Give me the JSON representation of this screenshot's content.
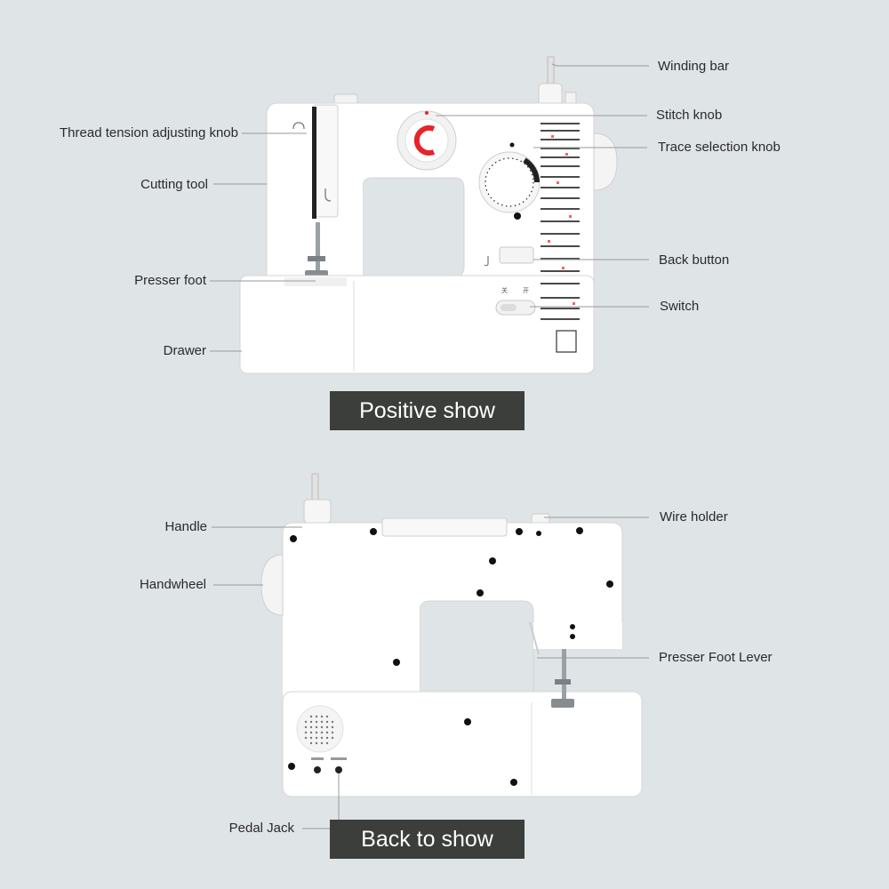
{
  "front": {
    "banner": "Positive show",
    "labels": {
      "winding_bar": "Winding bar",
      "stitch_knob": "Stitch knob",
      "trace_selection_knob": "Trace selection knob",
      "back_button": "Back button",
      "switch": "Switch",
      "thread_tension_knob": "Thread tension adjusting knob",
      "cutting_tool": "Cutting tool",
      "presser_foot": "Presser foot",
      "drawer": "Drawer"
    },
    "switch_marks": [
      "关",
      "开"
    ]
  },
  "back": {
    "banner": "Back to show",
    "labels": {
      "handle": "Handle",
      "handwheel": "Handwheel",
      "wire_holder": "Wire holder",
      "presser_foot_lever": "Presser Foot Lever",
      "pedal_jack": "Pedal Jack"
    }
  },
  "colors": {
    "background": "#dfe4e6",
    "machine_body": "#ffffff",
    "accent_red": "#e8232a",
    "banner": "#3b3e3b"
  }
}
